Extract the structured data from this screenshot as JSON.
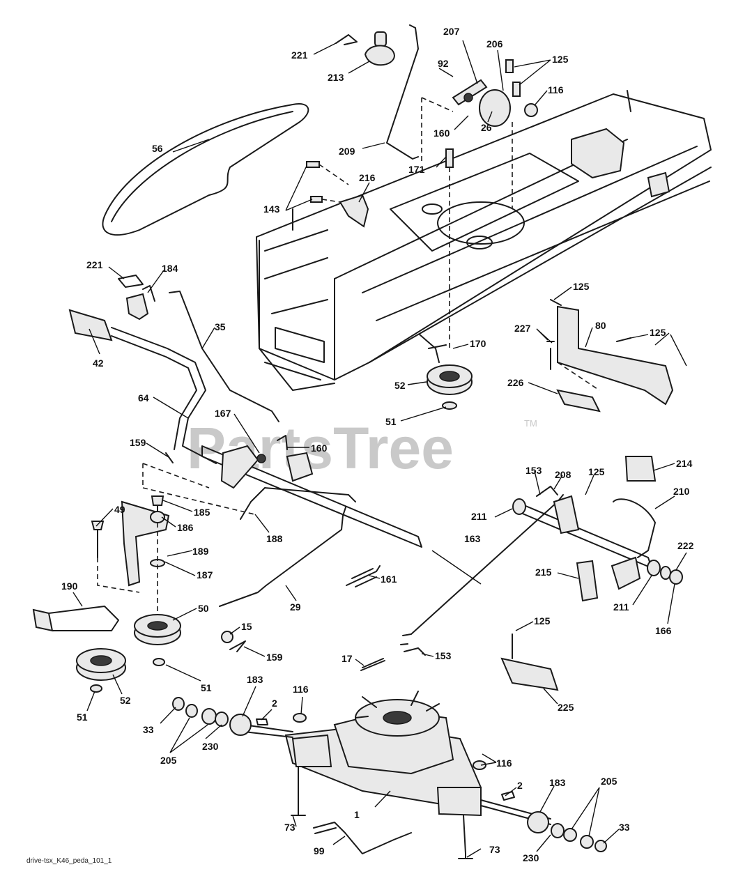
{
  "watermark": {
    "brand": "PartsTree",
    "trademark": "TM"
  },
  "footer_code": "drive-tsx_K46_peda_101_1",
  "callouts": {
    "c221a": "221",
    "c213": "213",
    "c207": "207",
    "c206": "206",
    "c92": "92",
    "c125a": "125",
    "c116a": "116",
    "c160a": "160",
    "c26": "26",
    "c56": "56",
    "c209": "209",
    "c171": "171",
    "c216": "216",
    "c143": "143",
    "c221b": "221",
    "c184": "184",
    "c35": "35",
    "c42": "42",
    "c125b": "125",
    "c227": "227",
    "c80": "80",
    "c125c": "125",
    "c170": "170",
    "c226": "226",
    "c52a": "52",
    "c51a": "51",
    "c64": "64",
    "c167": "167",
    "c159a": "159",
    "c160b": "160",
    "c153a": "153",
    "c208": "208",
    "c125d": "125",
    "c214": "214",
    "c210": "210",
    "c211a": "211",
    "c49": "49",
    "c185": "185",
    "c186": "186",
    "c188": "188",
    "c189": "189",
    "c163": "163",
    "c161": "161",
    "c215": "215",
    "c222": "222",
    "c187": "187",
    "c190": "190",
    "c29": "29",
    "c211b": "211",
    "c166": "166",
    "c50": "50",
    "c15": "15",
    "c125e": "125",
    "c159b": "159",
    "c17": "17",
    "c153b": "153",
    "c51b": "51",
    "c225": "225",
    "c52b": "52",
    "c51c": "51",
    "c183a": "183",
    "c116b": "116",
    "c2a": "2",
    "c33a": "33",
    "c205a": "205",
    "c230a": "230",
    "c116c": "116",
    "c2b": "2",
    "c183b": "183",
    "c205b": "205",
    "c1": "1",
    "c73a": "73",
    "c33b": "33",
    "c99": "99",
    "c73b": "73",
    "c230b": "230"
  }
}
